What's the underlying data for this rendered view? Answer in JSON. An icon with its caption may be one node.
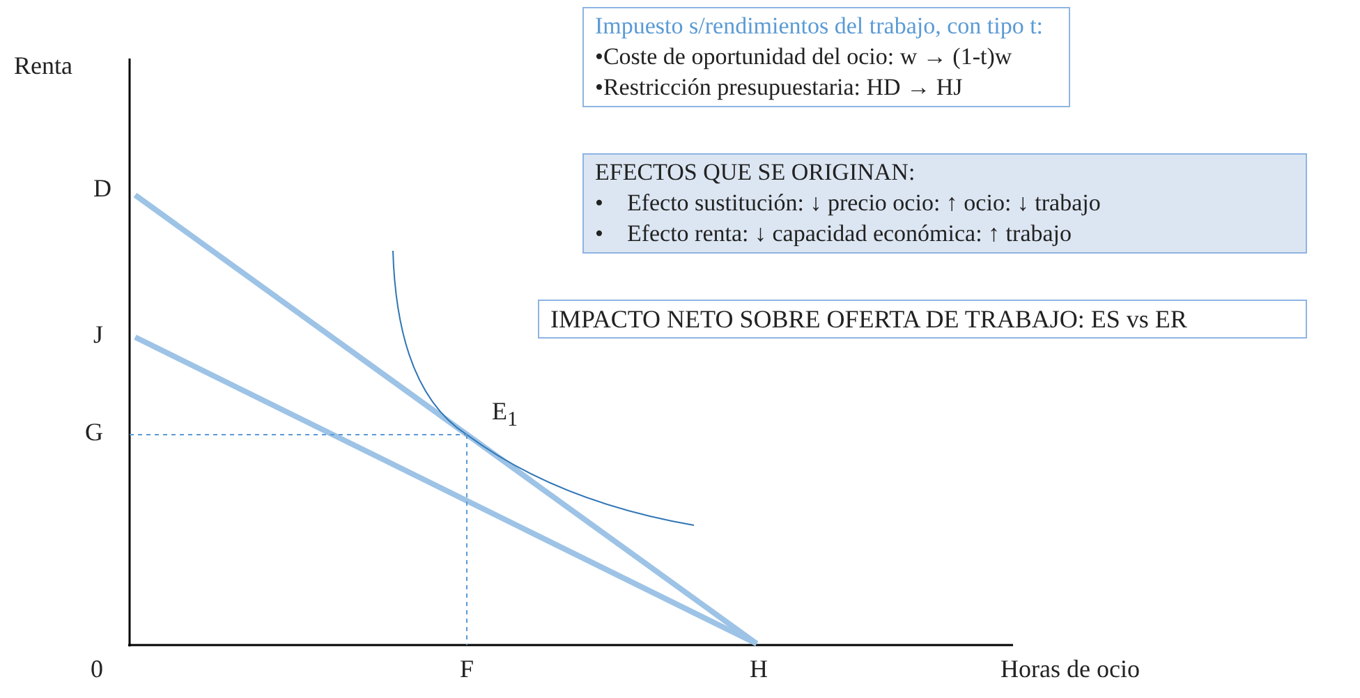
{
  "diagram": {
    "nodes": [
      {
        "text": [
          "Impuesto s/rendimientos del trabajo, con tipo t:",
          "•Coste de oportunidad del ocio: w → (1-t)w",
          "•Restricción presupuestaria: HD → HJ"
        ]
      },
      {
        "text": [
          "EFECTOS QUE SE ORIGINAN:",
          "•    Efecto sustitución: ↓ precio ocio: ↑ ocio: ↓ trabajo",
          "•    Efecto renta: ↓ capacidad económica: ↑ trabajo"
        ]
      },
      {
        "text": [
          "IMPACTO NETO SOBRE OFERTA DE TRABAJO: ES vs ER"
        ]
      }
    ],
    "edges": [],
    "labels": [
      "Renta",
      "D",
      "J",
      "G",
      "E$_{1}$",
      "0",
      "F",
      "H",
      "Horas de ocio"
    ]
  }
}
